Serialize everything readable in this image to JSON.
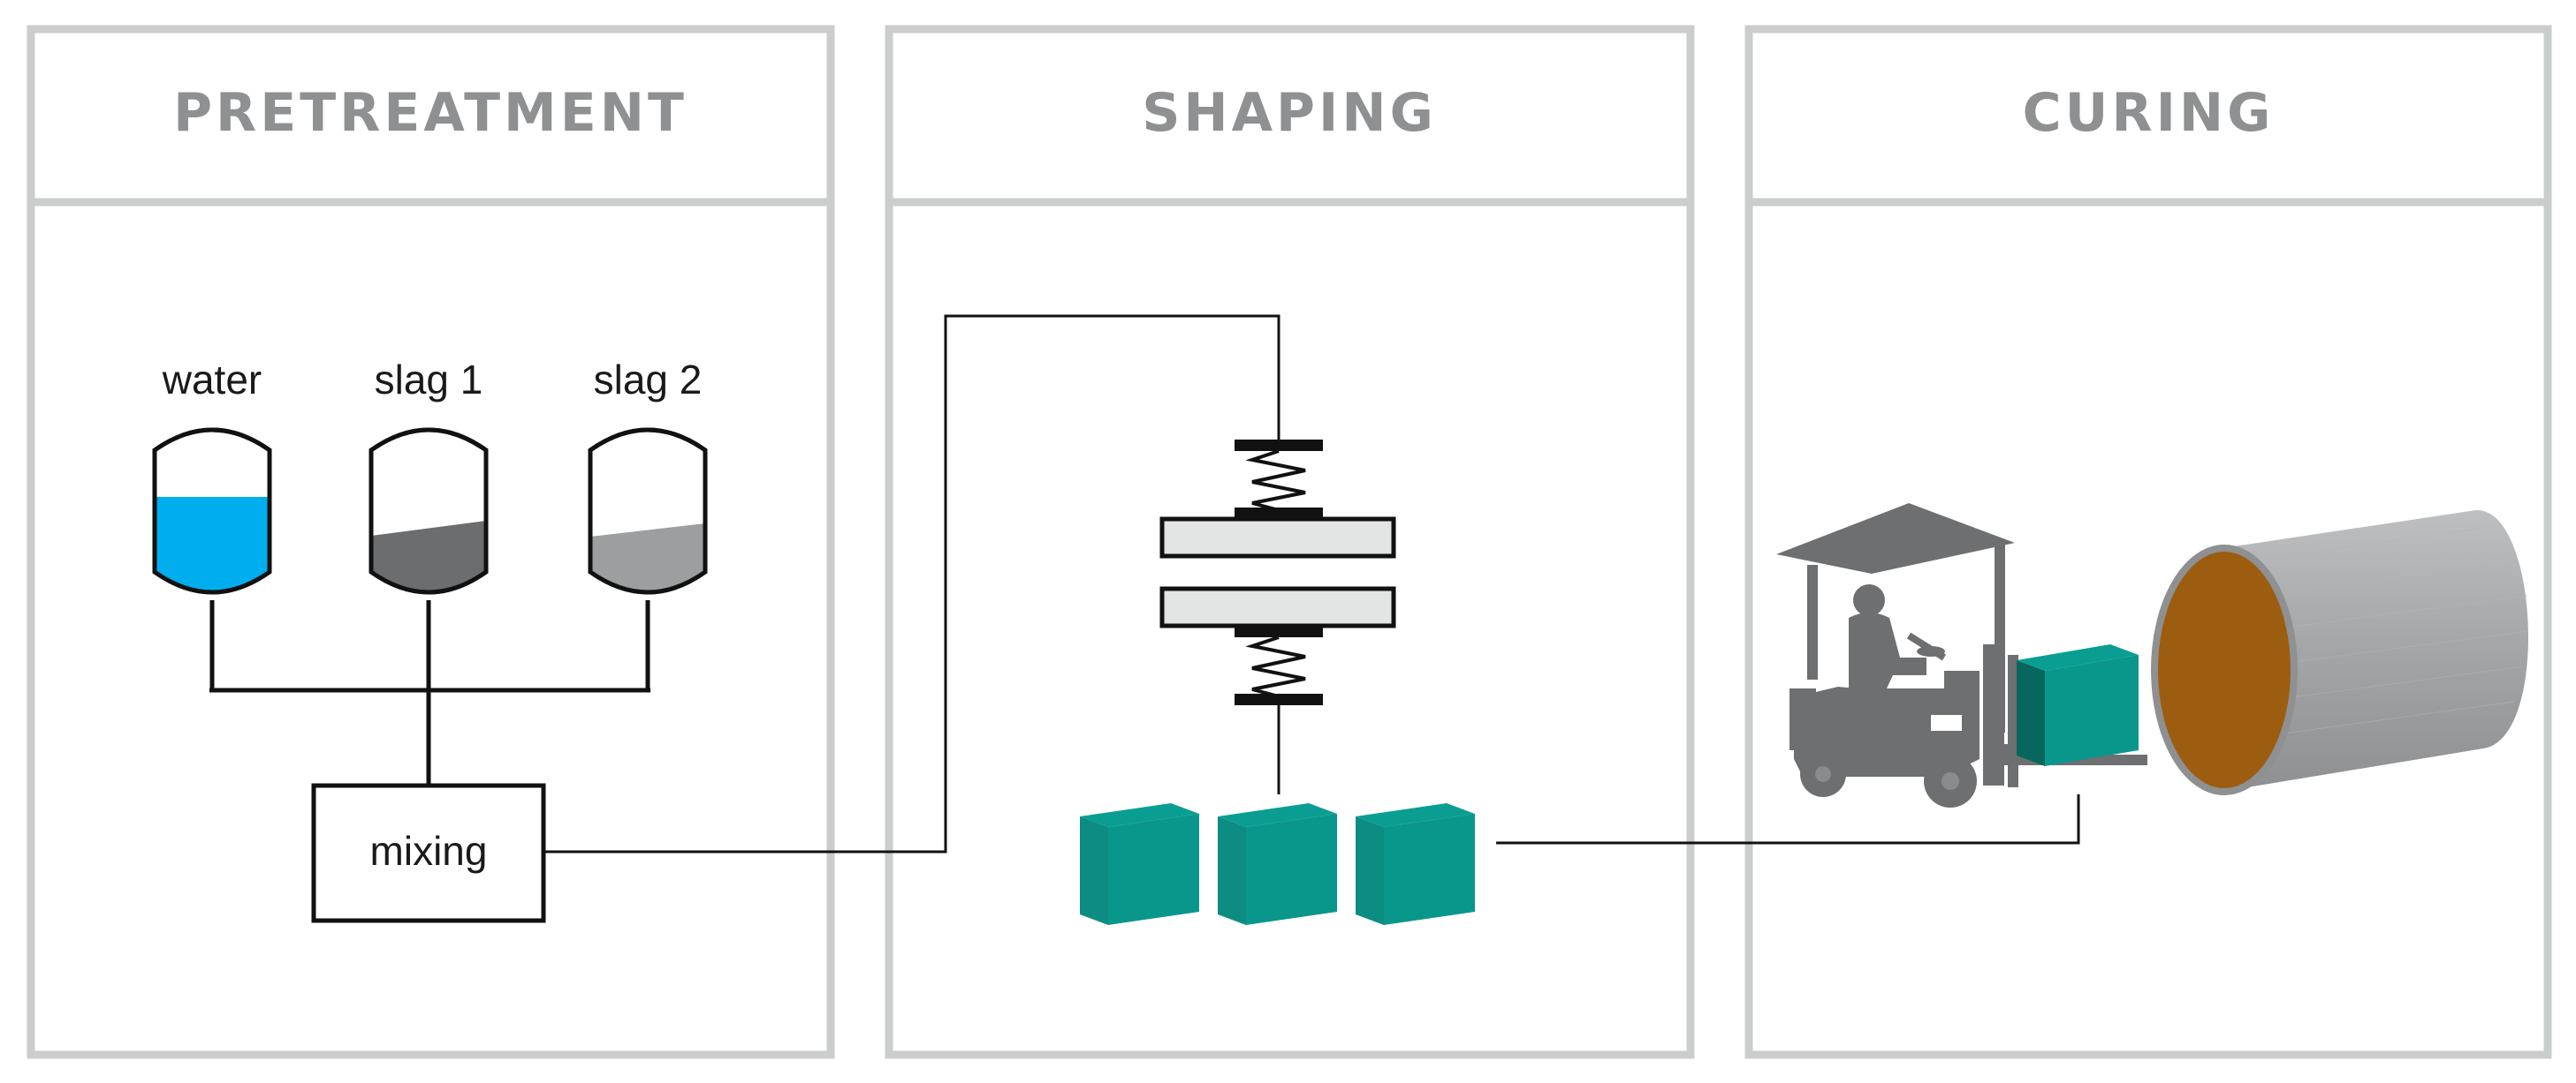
{
  "stages": [
    {
      "title": "PRETREATMENT"
    },
    {
      "title": "SHAPING"
    },
    {
      "title": "CURING"
    }
  ],
  "tanks": [
    {
      "label": "water",
      "fill_color": "#00aeef",
      "fill_level": 0.58
    },
    {
      "label": "slag 1",
      "fill_color": "#6b6d6e",
      "fill_level": 0.38
    },
    {
      "label": "slag 2",
      "fill_color": "#9c9e9f",
      "fill_level": 0.33
    }
  ],
  "mixer": {
    "label": "mixing"
  },
  "colors": {
    "frame": "#cbcdcd",
    "title": "#8f9091",
    "block_top": "#0a9e92",
    "block_front": "#0d8c81",
    "block_side": "#07675f",
    "forklift": "#6e6f70",
    "chamber_shell": "#a6a8aa",
    "chamber_interior": "#9c5d10",
    "press_plate": "#e3e4e4"
  },
  "icons": [
    "press-spring-icon",
    "concrete-block-icon",
    "forklift-icon",
    "curing-chamber-icon"
  ]
}
